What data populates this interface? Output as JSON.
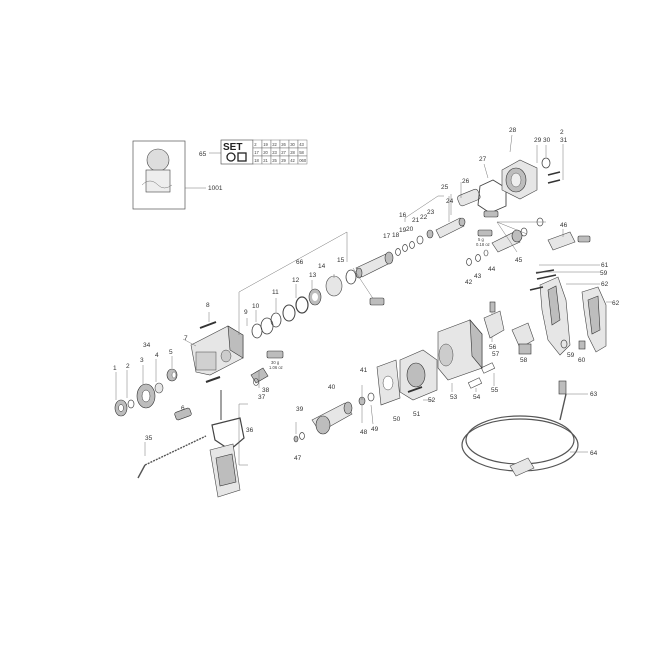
{
  "set_box": {
    "title": "SET",
    "marker": "65",
    "row1": [
      "2",
      "19",
      "22",
      "26",
      "30",
      "43"
    ],
    "row2": [
      "17",
      "20",
      "23",
      "27",
      "28",
      "58"
    ],
    "row3": [
      "18",
      "21",
      "25",
      "29",
      "42",
      "060"
    ]
  },
  "inset_label": "1001",
  "grease_note": {
    "line1": "30 g",
    "line2": "1.06 oz"
  },
  "grease_note2": {
    "line1": "5 g",
    "line2": "0.18 oz"
  },
  "stack_label_31": "31",
  "labels": {
    "l1": "1",
    "l2": "2",
    "l3": "3",
    "l4": "4",
    "l5": "5",
    "l6": "6",
    "l7": "7",
    "l8": "8",
    "l9": "9",
    "l10": "10",
    "l11": "11",
    "l12": "12",
    "l13": "13",
    "l14": "14",
    "l15": "15",
    "l16": "16",
    "l17": "17",
    "l18": "18",
    "l19": "19",
    "l20": "20",
    "l21": "21",
    "l22": "22",
    "l23": "23",
    "l24": "24",
    "l25": "25",
    "l26": "26",
    "l27": "27",
    "l28": "28",
    "l29": "29",
    "l30": "30",
    "l2b": "2",
    "l34": "34",
    "l35": "35",
    "l36": "36",
    "l37": "37",
    "l38": "38",
    "l39": "39",
    "l40": "40",
    "l41": "41",
    "l42": "42",
    "l43": "43",
    "l44": "44",
    "l45": "45",
    "l46": "46",
    "l47": "47",
    "l48": "48",
    "l49": "49",
    "l50": "50",
    "l51": "51",
    "l52": "52",
    "l53": "53",
    "l54": "54",
    "l55": "55",
    "l56": "56",
    "l57": "57",
    "l58": "58",
    "l59": "59",
    "l59b": "59",
    "l60": "60",
    "l61": "61",
    "l62": "62",
    "l62b": "62",
    "l63": "63",
    "l64": "64",
    "l66": "66"
  }
}
